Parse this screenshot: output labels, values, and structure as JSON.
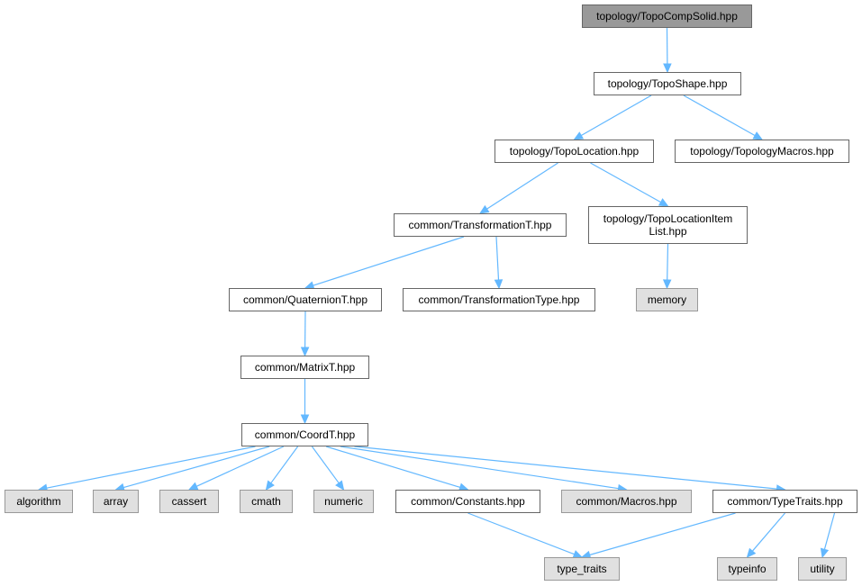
{
  "graph": {
    "edge_color": "#63b8ff",
    "nodes": [
      {
        "id": "topocompsolid",
        "label": "topology/TopoCompSolid.hpp",
        "kind": "root"
      },
      {
        "id": "toposhape",
        "label": "topology/TopoShape.hpp",
        "kind": "file"
      },
      {
        "id": "topolocation",
        "label": "topology/TopoLocation.hpp",
        "kind": "file"
      },
      {
        "id": "topologymacros",
        "label": "topology/TopologyMacros.hpp",
        "kind": "file"
      },
      {
        "id": "transformationt",
        "label": "common/TransformationT.hpp",
        "kind": "file"
      },
      {
        "id": "topolocationitemlist",
        "label": "topology/TopoLocationItem\nList.hpp",
        "kind": "file"
      },
      {
        "id": "quaterniont",
        "label": "common/QuaternionT.hpp",
        "kind": "file"
      },
      {
        "id": "transformationtype",
        "label": "common/TransformationType.hpp",
        "kind": "file"
      },
      {
        "id": "memory",
        "label": "memory",
        "kind": "external"
      },
      {
        "id": "matrixt",
        "label": "common/MatrixT.hpp",
        "kind": "file"
      },
      {
        "id": "coordt",
        "label": "common/CoordT.hpp",
        "kind": "file"
      },
      {
        "id": "algorithm",
        "label": "algorithm",
        "kind": "external"
      },
      {
        "id": "array",
        "label": "array",
        "kind": "external"
      },
      {
        "id": "cassert",
        "label": "cassert",
        "kind": "external"
      },
      {
        "id": "cmath",
        "label": "cmath",
        "kind": "external"
      },
      {
        "id": "numeric",
        "label": "numeric",
        "kind": "external"
      },
      {
        "id": "constants",
        "label": "common/Constants.hpp",
        "kind": "file"
      },
      {
        "id": "macros",
        "label": "common/Macros.hpp",
        "kind": "external"
      },
      {
        "id": "typetraits",
        "label": "common/TypeTraits.hpp",
        "kind": "file"
      },
      {
        "id": "type_traits",
        "label": "type_traits",
        "kind": "external"
      },
      {
        "id": "typeinfo",
        "label": "typeinfo",
        "kind": "external"
      },
      {
        "id": "utility",
        "label": "utility",
        "kind": "external"
      }
    ],
    "edges": [
      [
        "topocompsolid",
        "toposhape"
      ],
      [
        "toposhape",
        "topolocation"
      ],
      [
        "toposhape",
        "topologymacros"
      ],
      [
        "topolocation",
        "transformationt"
      ],
      [
        "topolocation",
        "topolocationitemlist"
      ],
      [
        "transformationt",
        "quaterniont"
      ],
      [
        "transformationt",
        "transformationtype"
      ],
      [
        "topolocationitemlist",
        "memory"
      ],
      [
        "quaterniont",
        "matrixt"
      ],
      [
        "matrixt",
        "coordt"
      ],
      [
        "coordt",
        "algorithm"
      ],
      [
        "coordt",
        "array"
      ],
      [
        "coordt",
        "cassert"
      ],
      [
        "coordt",
        "cmath"
      ],
      [
        "coordt",
        "numeric"
      ],
      [
        "coordt",
        "constants"
      ],
      [
        "coordt",
        "macros"
      ],
      [
        "coordt",
        "typetraits"
      ],
      [
        "constants",
        "type_traits"
      ],
      [
        "typetraits",
        "type_traits"
      ],
      [
        "typetraits",
        "typeinfo"
      ],
      [
        "typetraits",
        "utility"
      ]
    ]
  }
}
